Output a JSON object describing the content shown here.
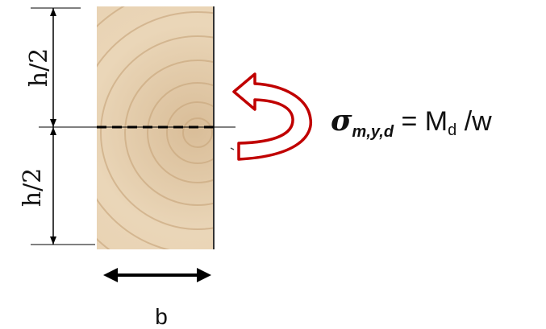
{
  "labels": {
    "half_height_top": "h/2",
    "half_height_bottom": "h/2",
    "width": "b"
  },
  "formula": {
    "sigma": "σ",
    "sigma_subscript": "m,y,d",
    "equals": " = ",
    "moment": "M",
    "moment_subscript": "d",
    "divide": " /",
    "modulus": "w"
  },
  "colors": {
    "moment_arrow": "#c00000",
    "wood": "#e9d2b2",
    "dimension_lines": "#000000"
  }
}
